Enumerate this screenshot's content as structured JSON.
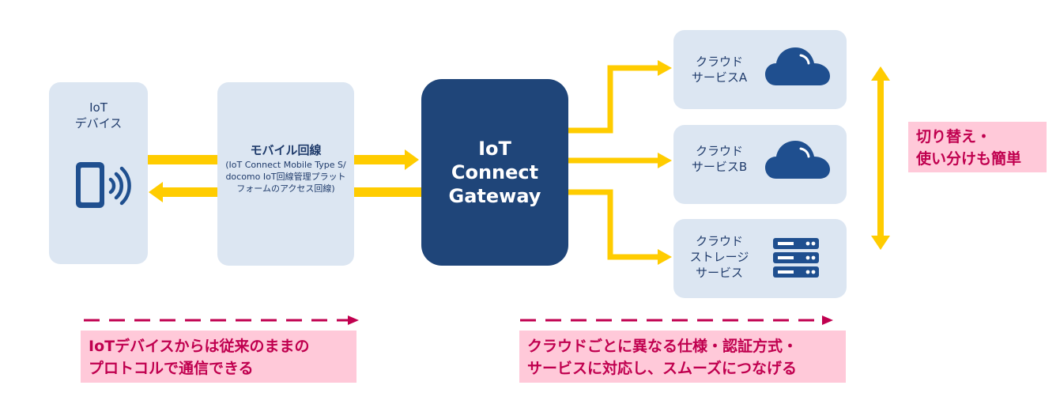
{
  "iot_device": {
    "line1": "IoT",
    "line2": "デバイス"
  },
  "mobile_line": {
    "title": "モバイル回線",
    "sub1": "(IoT Connect Mobile Type S/",
    "sub2": "docomo IoT回線管理プラット",
    "sub3": "フォームのアクセス回線)"
  },
  "gateway": {
    "line1": "IoT",
    "line2": "Connect",
    "line3": "Gateway"
  },
  "cloud_a": {
    "line1": "クラウド",
    "line2": "サービスA"
  },
  "cloud_b": {
    "line1": "クラウド",
    "line2": "サービスB"
  },
  "storage": {
    "line1": "クラウド",
    "line2": "ストレージ",
    "line3": "サービス"
  },
  "switch_note": {
    "line1": "切り替え・",
    "line2": "使い分けも簡単"
  },
  "left_note": {
    "line1": "IoTデバイスからは従来のままの",
    "line2": "プロトコルで通信できる"
  },
  "right_note": {
    "line1": "クラウドごとに異なる仕様・認証方式・",
    "line2": "サービスに対応し、スムーズにつなげる"
  },
  "colors": {
    "arrow": "#ffcc00",
    "box": "#dce6f2",
    "navy": "#1f4579",
    "icon": "#1f4f8f",
    "pink": "#ffc9d9",
    "pink_text": "#c0004f",
    "dash": "#c0004f"
  }
}
